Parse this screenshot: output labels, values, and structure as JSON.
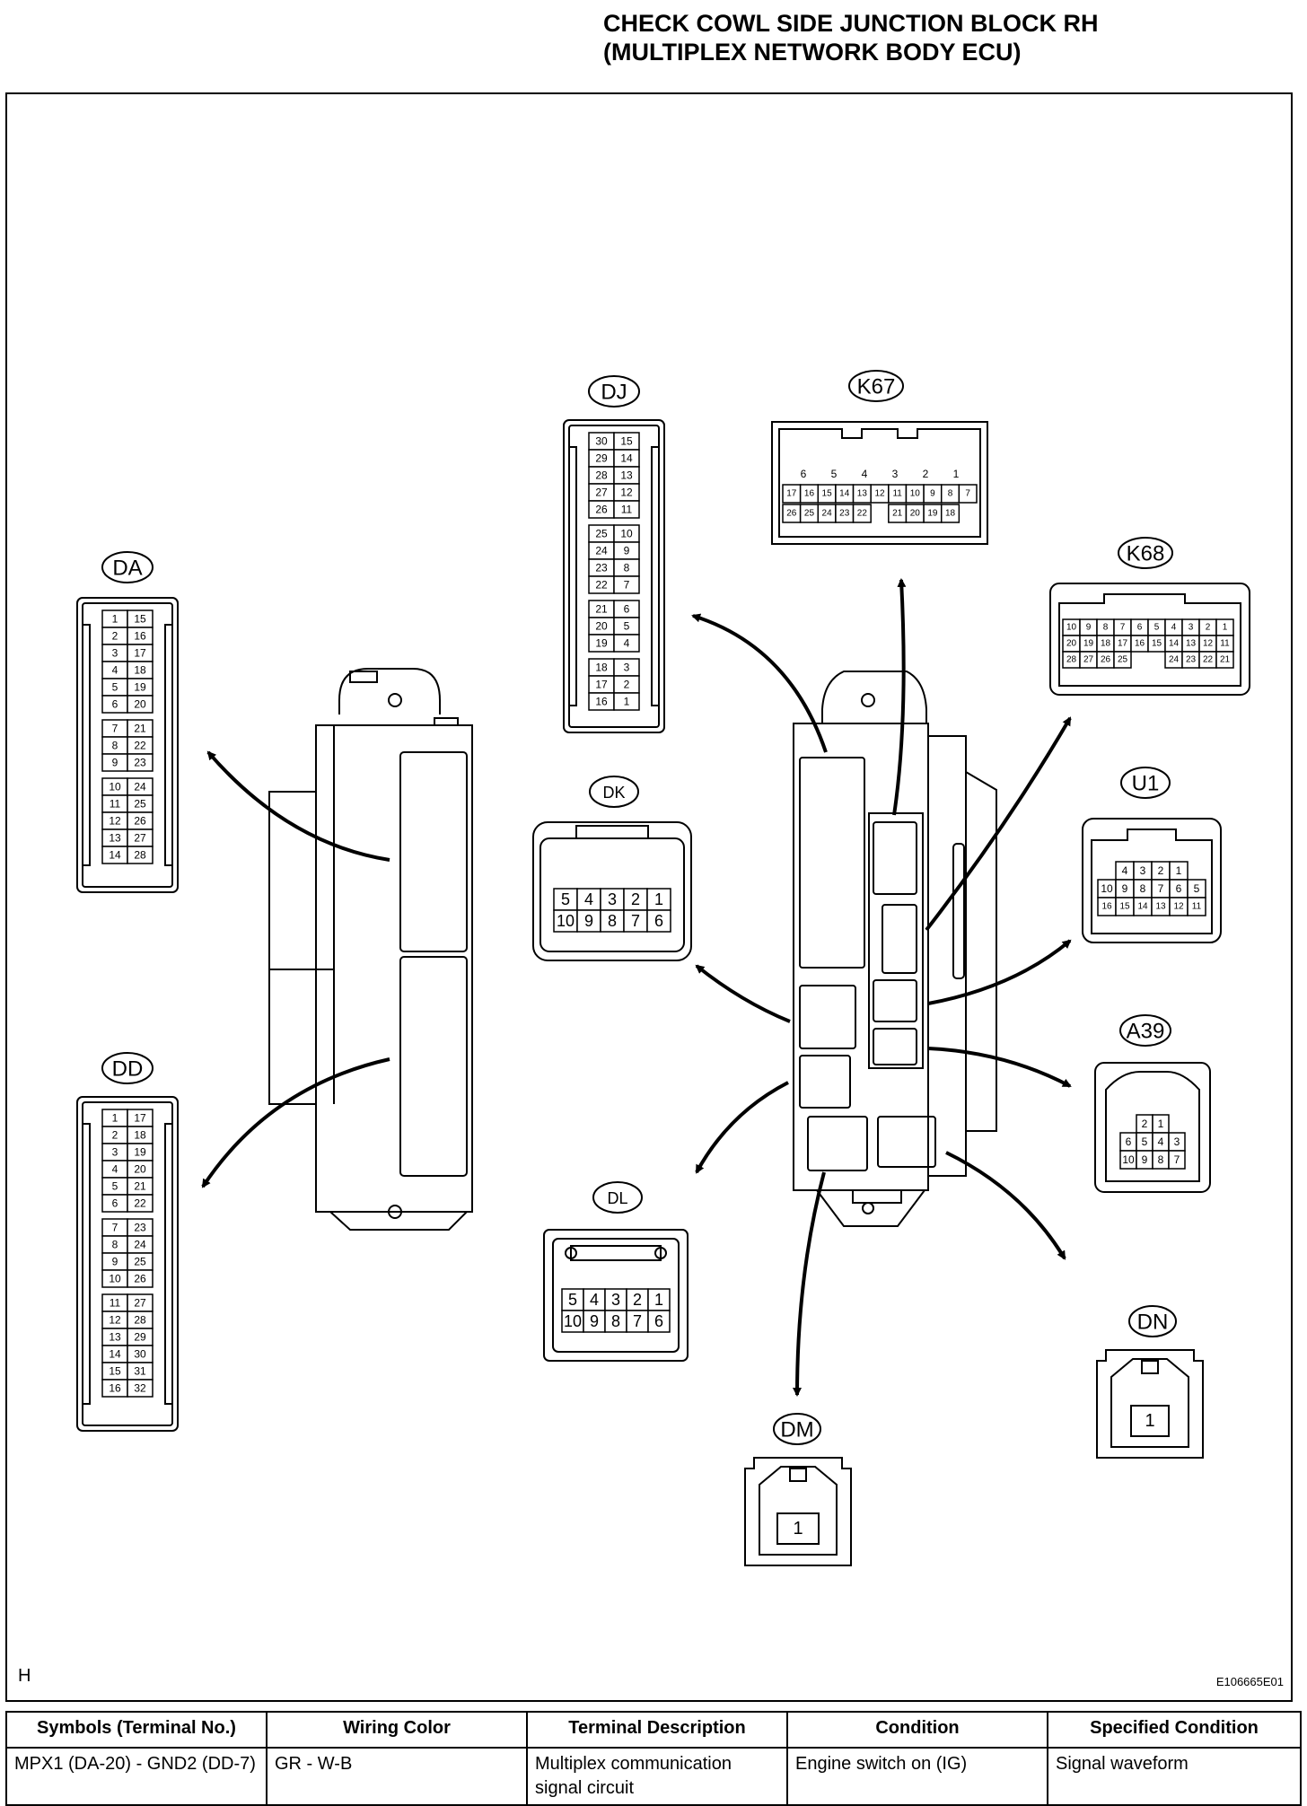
{
  "title": {
    "line1": "CHECK COWL SIDE JUNCTION BLOCK RH",
    "line2": "(MULTIPLEX NETWORK BODY ECU)"
  },
  "corner_mark": "H",
  "figure_code": "E106665E01",
  "connectors": {
    "DA": {
      "label": "DA",
      "rows": [
        [
          "1",
          "15"
        ],
        [
          "2",
          "16"
        ],
        [
          "3",
          "17"
        ],
        [
          "4",
          "18"
        ],
        [
          "5",
          "19"
        ],
        [
          "6",
          "20"
        ],
        [
          "7",
          "21"
        ],
        [
          "8",
          "22"
        ],
        [
          "9",
          "23"
        ],
        [
          "10",
          "24"
        ],
        [
          "11",
          "25"
        ],
        [
          "12",
          "26"
        ],
        [
          "13",
          "27"
        ],
        [
          "14",
          "28"
        ]
      ]
    },
    "DD": {
      "label": "DD",
      "rows": [
        [
          "1",
          "17"
        ],
        [
          "2",
          "18"
        ],
        [
          "3",
          "19"
        ],
        [
          "4",
          "20"
        ],
        [
          "5",
          "21"
        ],
        [
          "6",
          "22"
        ],
        [
          "7",
          "23"
        ],
        [
          "8",
          "24"
        ],
        [
          "9",
          "25"
        ],
        [
          "10",
          "26"
        ],
        [
          "11",
          "27"
        ],
        [
          "12",
          "28"
        ],
        [
          "13",
          "29"
        ],
        [
          "14",
          "30"
        ],
        [
          "15",
          "31"
        ],
        [
          "16",
          "32"
        ]
      ]
    },
    "DJ": {
      "label": "DJ",
      "rows": [
        [
          "30",
          "15"
        ],
        [
          "29",
          "14"
        ],
        [
          "28",
          "13"
        ],
        [
          "27",
          "12"
        ],
        [
          "26",
          "11"
        ],
        [
          "25",
          "10"
        ],
        [
          "24",
          "9"
        ],
        [
          "23",
          "8"
        ],
        [
          "22",
          "7"
        ],
        [
          "21",
          "6"
        ],
        [
          "20",
          "5"
        ],
        [
          "19",
          "4"
        ],
        [
          "18",
          "3"
        ],
        [
          "17",
          "2"
        ],
        [
          "16",
          "1"
        ]
      ]
    },
    "K67": {
      "label": "K67",
      "row1": [
        "6",
        "5",
        "4",
        "3",
        "2",
        "1"
      ],
      "row2": [
        "17",
        "16",
        "15",
        "14",
        "13",
        "12",
        "11",
        "10",
        "9",
        "8",
        "7"
      ],
      "row3": [
        "26",
        "25",
        "24",
        "23",
        "22",
        "21",
        "20",
        "19",
        "18"
      ]
    },
    "K68": {
      "label": "K68",
      "row1": [
        "10",
        "9",
        "8",
        "7",
        "6",
        "5",
        "4",
        "3",
        "2",
        "1"
      ],
      "row2": [
        "20",
        "19",
        "18",
        "17",
        "16",
        "15",
        "14",
        "13",
        "12",
        "11"
      ],
      "row3": [
        "28",
        "27",
        "26",
        "25",
        "24",
        "23",
        "22",
        "21"
      ]
    },
    "DK": {
      "label": "DK",
      "row1": [
        "5",
        "4",
        "3",
        "2",
        "1"
      ],
      "row2": [
        "10",
        "9",
        "8",
        "7",
        "6"
      ]
    },
    "U1": {
      "label": "U1",
      "row1": [
        "4",
        "3",
        "2",
        "1"
      ],
      "row2": [
        "10",
        "9",
        "8",
        "7",
        "6",
        "5"
      ],
      "row3": [
        "16",
        "15",
        "14",
        "13",
        "12",
        "11"
      ]
    },
    "A39": {
      "label": "A39",
      "row1": [
        "2",
        "1"
      ],
      "row2": [
        "6",
        "5",
        "4",
        "3"
      ],
      "row3": [
        "10",
        "9",
        "8",
        "7"
      ]
    },
    "DL": {
      "label": "DL",
      "row1": [
        "5",
        "4",
        "3",
        "2",
        "1"
      ],
      "row2": [
        "10",
        "9",
        "8",
        "7",
        "6"
      ]
    },
    "DN": {
      "label": "DN",
      "pin": "1"
    },
    "DM": {
      "label": "DM",
      "pin": "1"
    }
  },
  "table": {
    "headers": [
      "Symbols (Terminal No.)",
      "Wiring Color",
      "Terminal Description",
      "Condition",
      "Specified Condition"
    ],
    "rows": [
      {
        "symbol": "MPX1 (DA-20) - GND2 (DD-7)",
        "wiring": "GR - W-B",
        "description": "Multiplex communication signal circuit",
        "condition": "Engine switch on (IG)",
        "specified": "Signal waveform"
      }
    ]
  }
}
